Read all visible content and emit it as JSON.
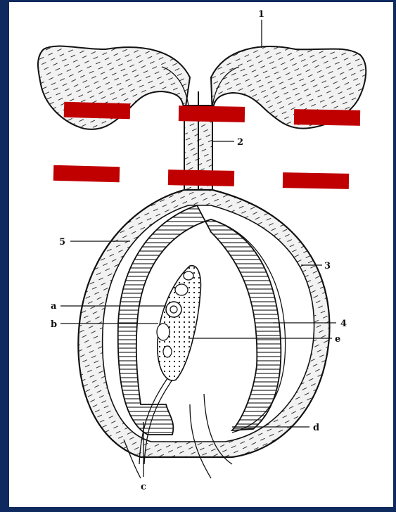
{
  "colors": {
    "frame": "#0e2a5e",
    "panel": "#ffffff",
    "ink": "#111111",
    "mask": "#c00000"
  },
  "labels": {
    "n1": "1",
    "n2": "2",
    "n3": "3",
    "n4": "4",
    "n5": "5",
    "a": "a",
    "b": "b",
    "c": "c",
    "d": "d",
    "e": "e"
  }
}
